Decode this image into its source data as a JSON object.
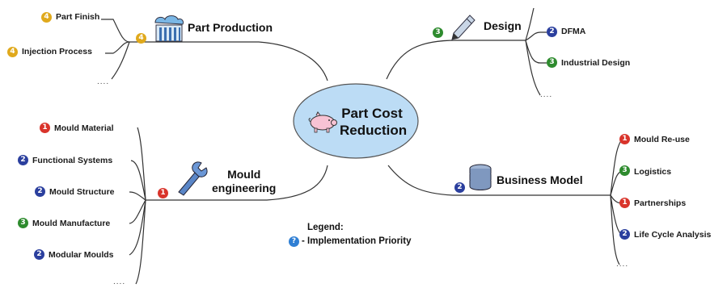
{
  "colors": {
    "p1": "#d9342b",
    "p2": "#2b3f9e",
    "p3": "#2e8b2e",
    "p4": "#e0a91c",
    "help": "#2f7fd4",
    "center_fill": "#bcdcf5",
    "line": "#333333"
  },
  "center": {
    "line1": "Part Cost",
    "line2": "Reduction",
    "icon": "piggy-bank-icon"
  },
  "branches": {
    "part_production": {
      "label": "Part Production",
      "priority": "4",
      "icon": "factory-icon",
      "items": [
        {
          "label": "Part Finish",
          "priority": "4"
        },
        {
          "label": "Injection Process",
          "priority": "4"
        }
      ],
      "more": "...."
    },
    "design": {
      "label": "Design",
      "priority": "3",
      "icon": "pen-icon",
      "items": [
        {
          "label": "DFMA",
          "priority": "2"
        },
        {
          "label": "Industrial Design",
          "priority": "3"
        }
      ],
      "more": "...."
    },
    "mould_engineering": {
      "label_line1": "Mould",
      "label_line2": "engineering",
      "priority": "1",
      "icon": "wrench-icon",
      "items": [
        {
          "label": "Mould Material",
          "priority": "1"
        },
        {
          "label": "Functional Systems",
          "priority": "2"
        },
        {
          "label": "Mould Structure",
          "priority": "2"
        },
        {
          "label": "Mould Manufacture",
          "priority": "3"
        },
        {
          "label": "Modular Moulds",
          "priority": "2"
        }
      ],
      "more": "...."
    },
    "business_model": {
      "label": "Business Model",
      "priority": "2",
      "icon": "coin-stack-icon",
      "items": [
        {
          "label": "Mould Re-use",
          "priority": "1"
        },
        {
          "label": "Logistics",
          "priority": "3"
        },
        {
          "label": "Partnerships",
          "priority": "1"
        },
        {
          "label": "Life Cycle Analysis",
          "priority": "2"
        }
      ],
      "more": "...."
    }
  },
  "legend": {
    "title": "Legend:",
    "symbol": "?",
    "text": "- Implementation Priority"
  }
}
